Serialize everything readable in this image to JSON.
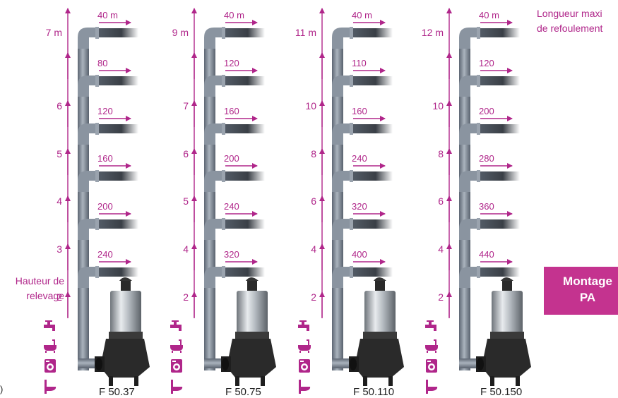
{
  "legend": {
    "length_label_line1": "Longueur maxi",
    "length_label_line2": "de refoulement",
    "height_label_line1": "Hauteur de",
    "height_label_line2": "relevage"
  },
  "badge": {
    "line1": "Montage",
    "line2": "PA"
  },
  "edge_mark": ")",
  "colors": {
    "accent": "#b0268a",
    "pipe": "#7f8a98",
    "pump_steel": "#c9ced3",
    "pump_base": "#2a2a2a",
    "badge_bg": "#c4338f"
  },
  "appliance_icons": [
    "faucet-icon",
    "bathtub-icon",
    "washing-machine-icon",
    "toilet-icon"
  ],
  "pumps": [
    {
      "model": "F 50.37",
      "levels": [
        {
          "height": "7 m",
          "length": "40 m"
        },
        {
          "height": "6",
          "length": "80"
        },
        {
          "height": "5",
          "length": "120"
        },
        {
          "height": "4",
          "length": "160"
        },
        {
          "height": "3",
          "length": "200"
        },
        {
          "height": "2",
          "length": "240"
        }
      ]
    },
    {
      "model": "F 50.75",
      "levels": [
        {
          "height": "9 m",
          "length": "40 m"
        },
        {
          "height": "7",
          "length": "120"
        },
        {
          "height": "6",
          "length": "160"
        },
        {
          "height": "5",
          "length": "200"
        },
        {
          "height": "4",
          "length": "240"
        },
        {
          "height": "2",
          "length": "320"
        }
      ]
    },
    {
      "model": "F 50.110",
      "levels": [
        {
          "height": "11 m",
          "length": "40 m"
        },
        {
          "height": "10",
          "length": "110"
        },
        {
          "height": "8",
          "length": "160"
        },
        {
          "height": "6",
          "length": "240"
        },
        {
          "height": "4",
          "length": "320"
        },
        {
          "height": "2",
          "length": "400"
        }
      ]
    },
    {
      "model": "F 50.150",
      "levels": [
        {
          "height": "12 m",
          "length": "40 m"
        },
        {
          "height": "10",
          "length": "120"
        },
        {
          "height": "8",
          "length": "200"
        },
        {
          "height": "6",
          "length": "280"
        },
        {
          "height": "4",
          "length": "360"
        },
        {
          "height": "2",
          "length": "440"
        }
      ]
    }
  ]
}
